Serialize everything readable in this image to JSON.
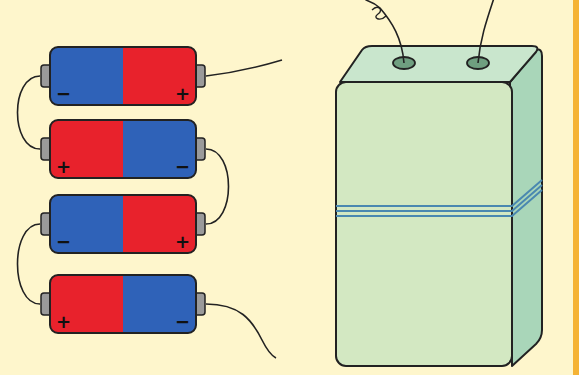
{
  "diagram": {
    "nodes": [
      {
        "text": [
          "−",
          "+"
        ]
      },
      {
        "text": [
          "+",
          "−"
        ]
      },
      {
        "text": [
          "−",
          "+"
        ]
      },
      {
        "text": [
          "+",
          "−"
        ]
      }
    ],
    "edges": [
      {
        "from": 0,
        "to": 1,
        "arrow": "none"
      },
      {
        "from": 1,
        "to": 2,
        "arrow": "none"
      },
      {
        "from": 2,
        "to": 3,
        "arrow": "none"
      }
    ]
  }
}
